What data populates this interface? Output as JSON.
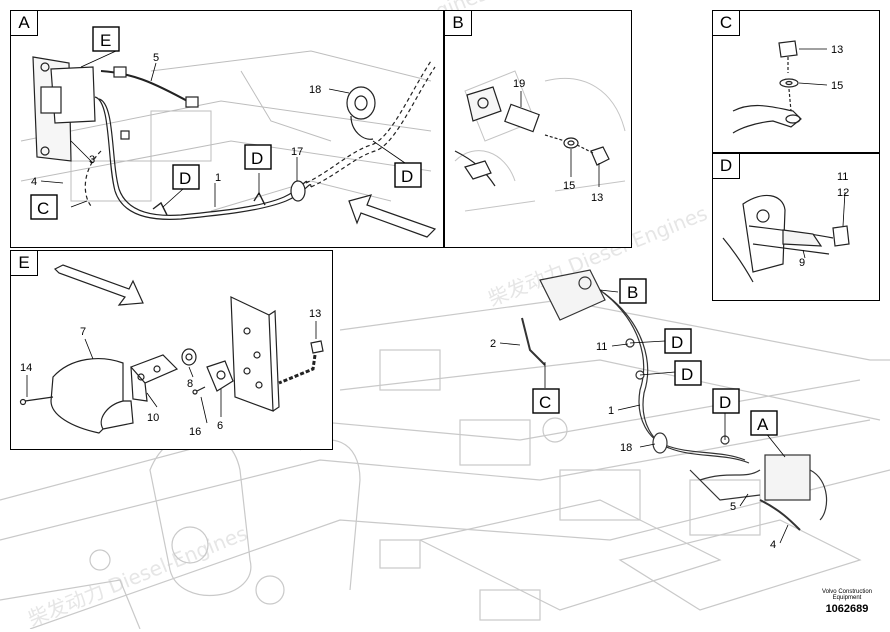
{
  "panels": {
    "A": {
      "tag": "A"
    },
    "B": {
      "tag": "B"
    },
    "C": {
      "tag": "C"
    },
    "D": {
      "tag": "D"
    },
    "E": {
      "tag": "E"
    }
  },
  "callouts": {
    "a_E": "E",
    "a_C": "C",
    "a_D1": "D",
    "a_D2": "D",
    "a_D3": "D",
    "main_B": "B",
    "main_D1": "D",
    "main_D2": "D",
    "main_C": "C",
    "main_D3": "D",
    "main_A": "A"
  },
  "numbers": {
    "a5": "5",
    "a3": "3",
    "a4": "4",
    "a1": "1",
    "a17": "17",
    "a18": "18",
    "b19": "19",
    "b15": "15",
    "b13": "13",
    "c13": "13",
    "c15": "15",
    "d11": "11",
    "d12": "12",
    "d9": "9",
    "e7": "7",
    "e13": "13",
    "e14": "14",
    "e8": "8",
    "e10": "10",
    "e16": "16",
    "e6": "6",
    "m2": "2",
    "m11": "11",
    "m1": "1",
    "m18": "18",
    "m5": "5",
    "m4": "4"
  },
  "watermark": {
    "cn": "柴发动力",
    "en": "Diesel-Engines"
  },
  "footer": {
    "line1": "Volvo Construction",
    "line2": "Equipment",
    "code": "1062689"
  }
}
